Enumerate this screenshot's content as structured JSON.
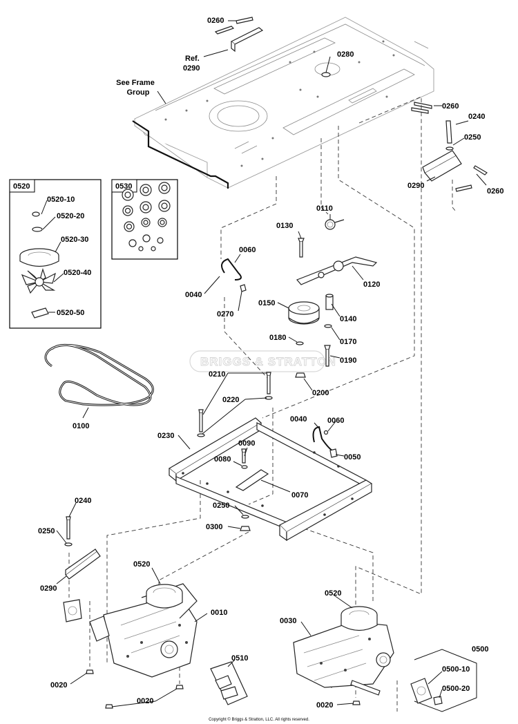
{
  "watermark": "BRIGGS & STRATTON",
  "copyright": "Copyright © Briggs & Stratton, LLC. All rights reserved.",
  "callouts": {
    "c0260_top": "0260",
    "ref": "Ref.",
    "ref_num": "0290",
    "see_frame_1": "See Frame",
    "see_frame_2": "Group",
    "c0280": "0280",
    "c0260_mid": "0260",
    "c0240_top": "0240",
    "c0250_top": "0250",
    "c0260_right": "0260",
    "c0290_right": "0290",
    "c0110": "0110",
    "c0130": "0130",
    "c0120": "0120",
    "c0060_a": "0060",
    "c0040_a": "0040",
    "c0270": "0270",
    "c0150": "0150",
    "c0140": "0140",
    "c0180": "0180",
    "c0170": "0170",
    "c0190": "0190",
    "c0200": "0200",
    "c0210": "0210",
    "c0220": "0220",
    "c0100": "0100",
    "c0230": "0230",
    "c0090": "0090",
    "c0080": "0080",
    "c0070": "0070",
    "c0040_b": "0040",
    "c0060_b": "0060",
    "c0050": "0050",
    "c0250_mid": "0250",
    "c0300": "0300",
    "c0240_left": "0240",
    "c0250_left": "0250",
    "c0290_left": "0290",
    "c0520_left": "0520",
    "c0010": "0010",
    "c0020_a": "0020",
    "c0020_b": "0020",
    "c0510": "0510",
    "c0520_right": "0520",
    "c0030": "0030",
    "c0020_c": "0020",
    "c0500": "0500",
    "c0500_10": "0500-10",
    "c0500_20": "0500-20"
  },
  "inset_0520": {
    "title": "0520",
    "items": [
      "0520-10",
      "0520-20",
      "0520-30",
      "0520-40",
      "0520-50"
    ]
  },
  "inset_0530": {
    "title": "0530"
  }
}
